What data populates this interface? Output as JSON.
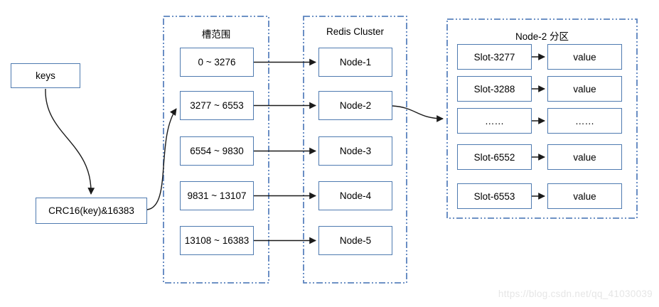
{
  "colors": {
    "box_border": "#4e7ab0",
    "dash_border": "#5a82bd",
    "arrow": "#1a1a1a",
    "watermark": "#e6e6e6"
  },
  "flow": {
    "keys_label": "keys",
    "hash_label": "CRC16(key)&16383"
  },
  "slot_panel": {
    "title": "槽范围",
    "items": [
      "0 ~ 3276",
      "3277 ~ 6553",
      "6554 ~ 9830",
      "9831 ~ 13107",
      "13108 ~ 16383"
    ]
  },
  "cluster_panel": {
    "title": "Redis Cluster",
    "items": [
      "Node-1",
      "Node-2",
      "Node-3",
      "Node-4",
      "Node-5"
    ]
  },
  "partition_panel": {
    "title": "Node-2 分区",
    "rows": [
      {
        "slot": "Slot-3277",
        "value": "value"
      },
      {
        "slot": "Slot-3288",
        "value": "value"
      },
      {
        "slot": "……",
        "value": "……"
      },
      {
        "slot": "Slot-6552",
        "value": "value"
      },
      {
        "slot": "Slot-6553",
        "value": "value"
      }
    ]
  },
  "watermark": "https://blog.csdn.net/qq_41030039"
}
